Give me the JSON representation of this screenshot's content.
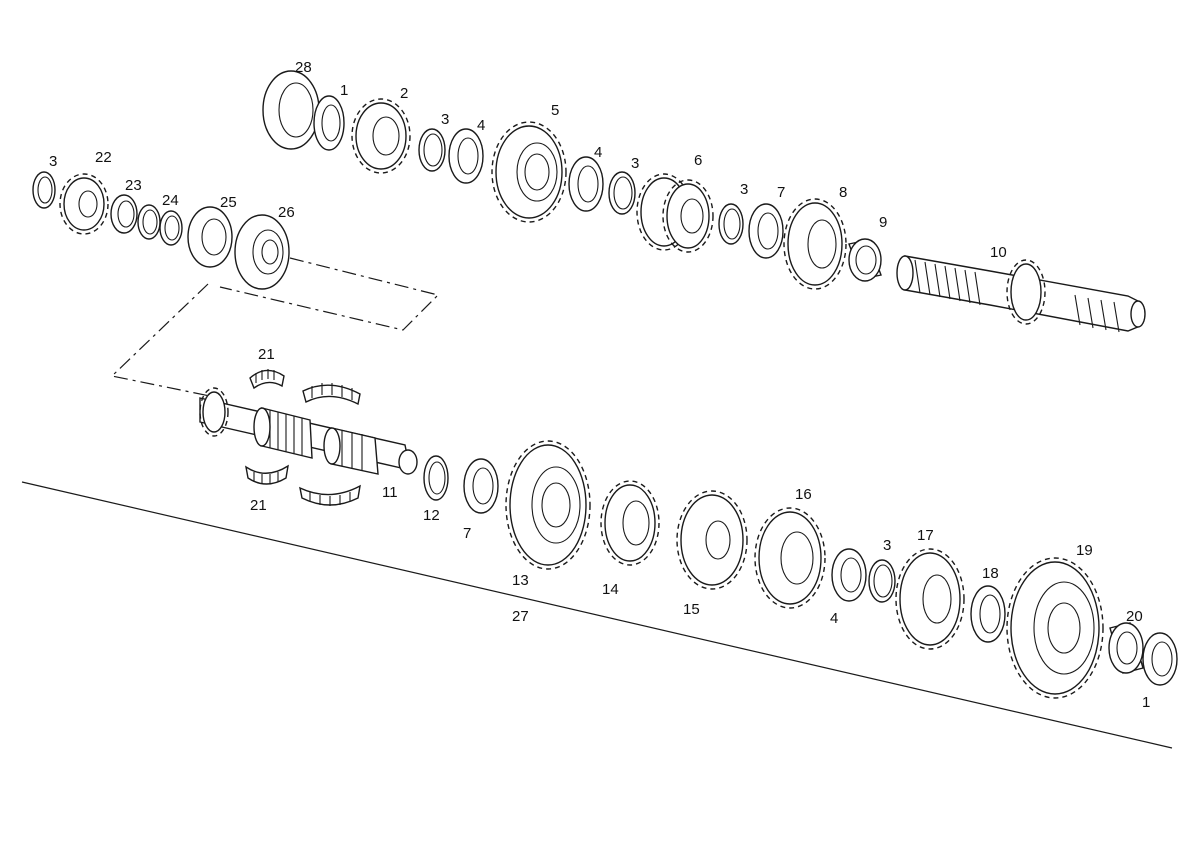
{
  "labels": [
    {
      "id": "l28a",
      "text": "28"
    },
    {
      "id": "l1a",
      "text": "1"
    },
    {
      "id": "l2",
      "text": "2"
    },
    {
      "id": "l3a",
      "text": "3"
    },
    {
      "id": "l4a",
      "text": "4"
    },
    {
      "id": "l5",
      "text": "5"
    },
    {
      "id": "l4b",
      "text": "4"
    },
    {
      "id": "l3b",
      "text": "3"
    },
    {
      "id": "l6",
      "text": "6"
    },
    {
      "id": "l3c",
      "text": "3"
    },
    {
      "id": "l7a",
      "text": "7"
    },
    {
      "id": "l8",
      "text": "8"
    },
    {
      "id": "l9",
      "text": "9"
    },
    {
      "id": "l10",
      "text": "10"
    },
    {
      "id": "l3d",
      "text": "3"
    },
    {
      "id": "l22",
      "text": "22"
    },
    {
      "id": "l23",
      "text": "23"
    },
    {
      "id": "l24",
      "text": "24"
    },
    {
      "id": "l25",
      "text": "25"
    },
    {
      "id": "l26",
      "text": "26"
    },
    {
      "id": "l21a",
      "text": "21"
    },
    {
      "id": "l21b",
      "text": "21"
    },
    {
      "id": "l11",
      "text": "11"
    },
    {
      "id": "l12",
      "text": "12"
    },
    {
      "id": "l7b",
      "text": "7"
    },
    {
      "id": "l13",
      "text": "13"
    },
    {
      "id": "l14",
      "text": "14"
    },
    {
      "id": "l15",
      "text": "15"
    },
    {
      "id": "l16",
      "text": "16"
    },
    {
      "id": "l4c",
      "text": "4"
    },
    {
      "id": "l3e",
      "text": "3"
    },
    {
      "id": "l17",
      "text": "17"
    },
    {
      "id": "l18",
      "text": "18"
    },
    {
      "id": "l19",
      "text": "19"
    },
    {
      "id": "l20",
      "text": "20"
    },
    {
      "id": "l1b",
      "text": "1"
    },
    {
      "id": "l27",
      "text": "27"
    }
  ]
}
